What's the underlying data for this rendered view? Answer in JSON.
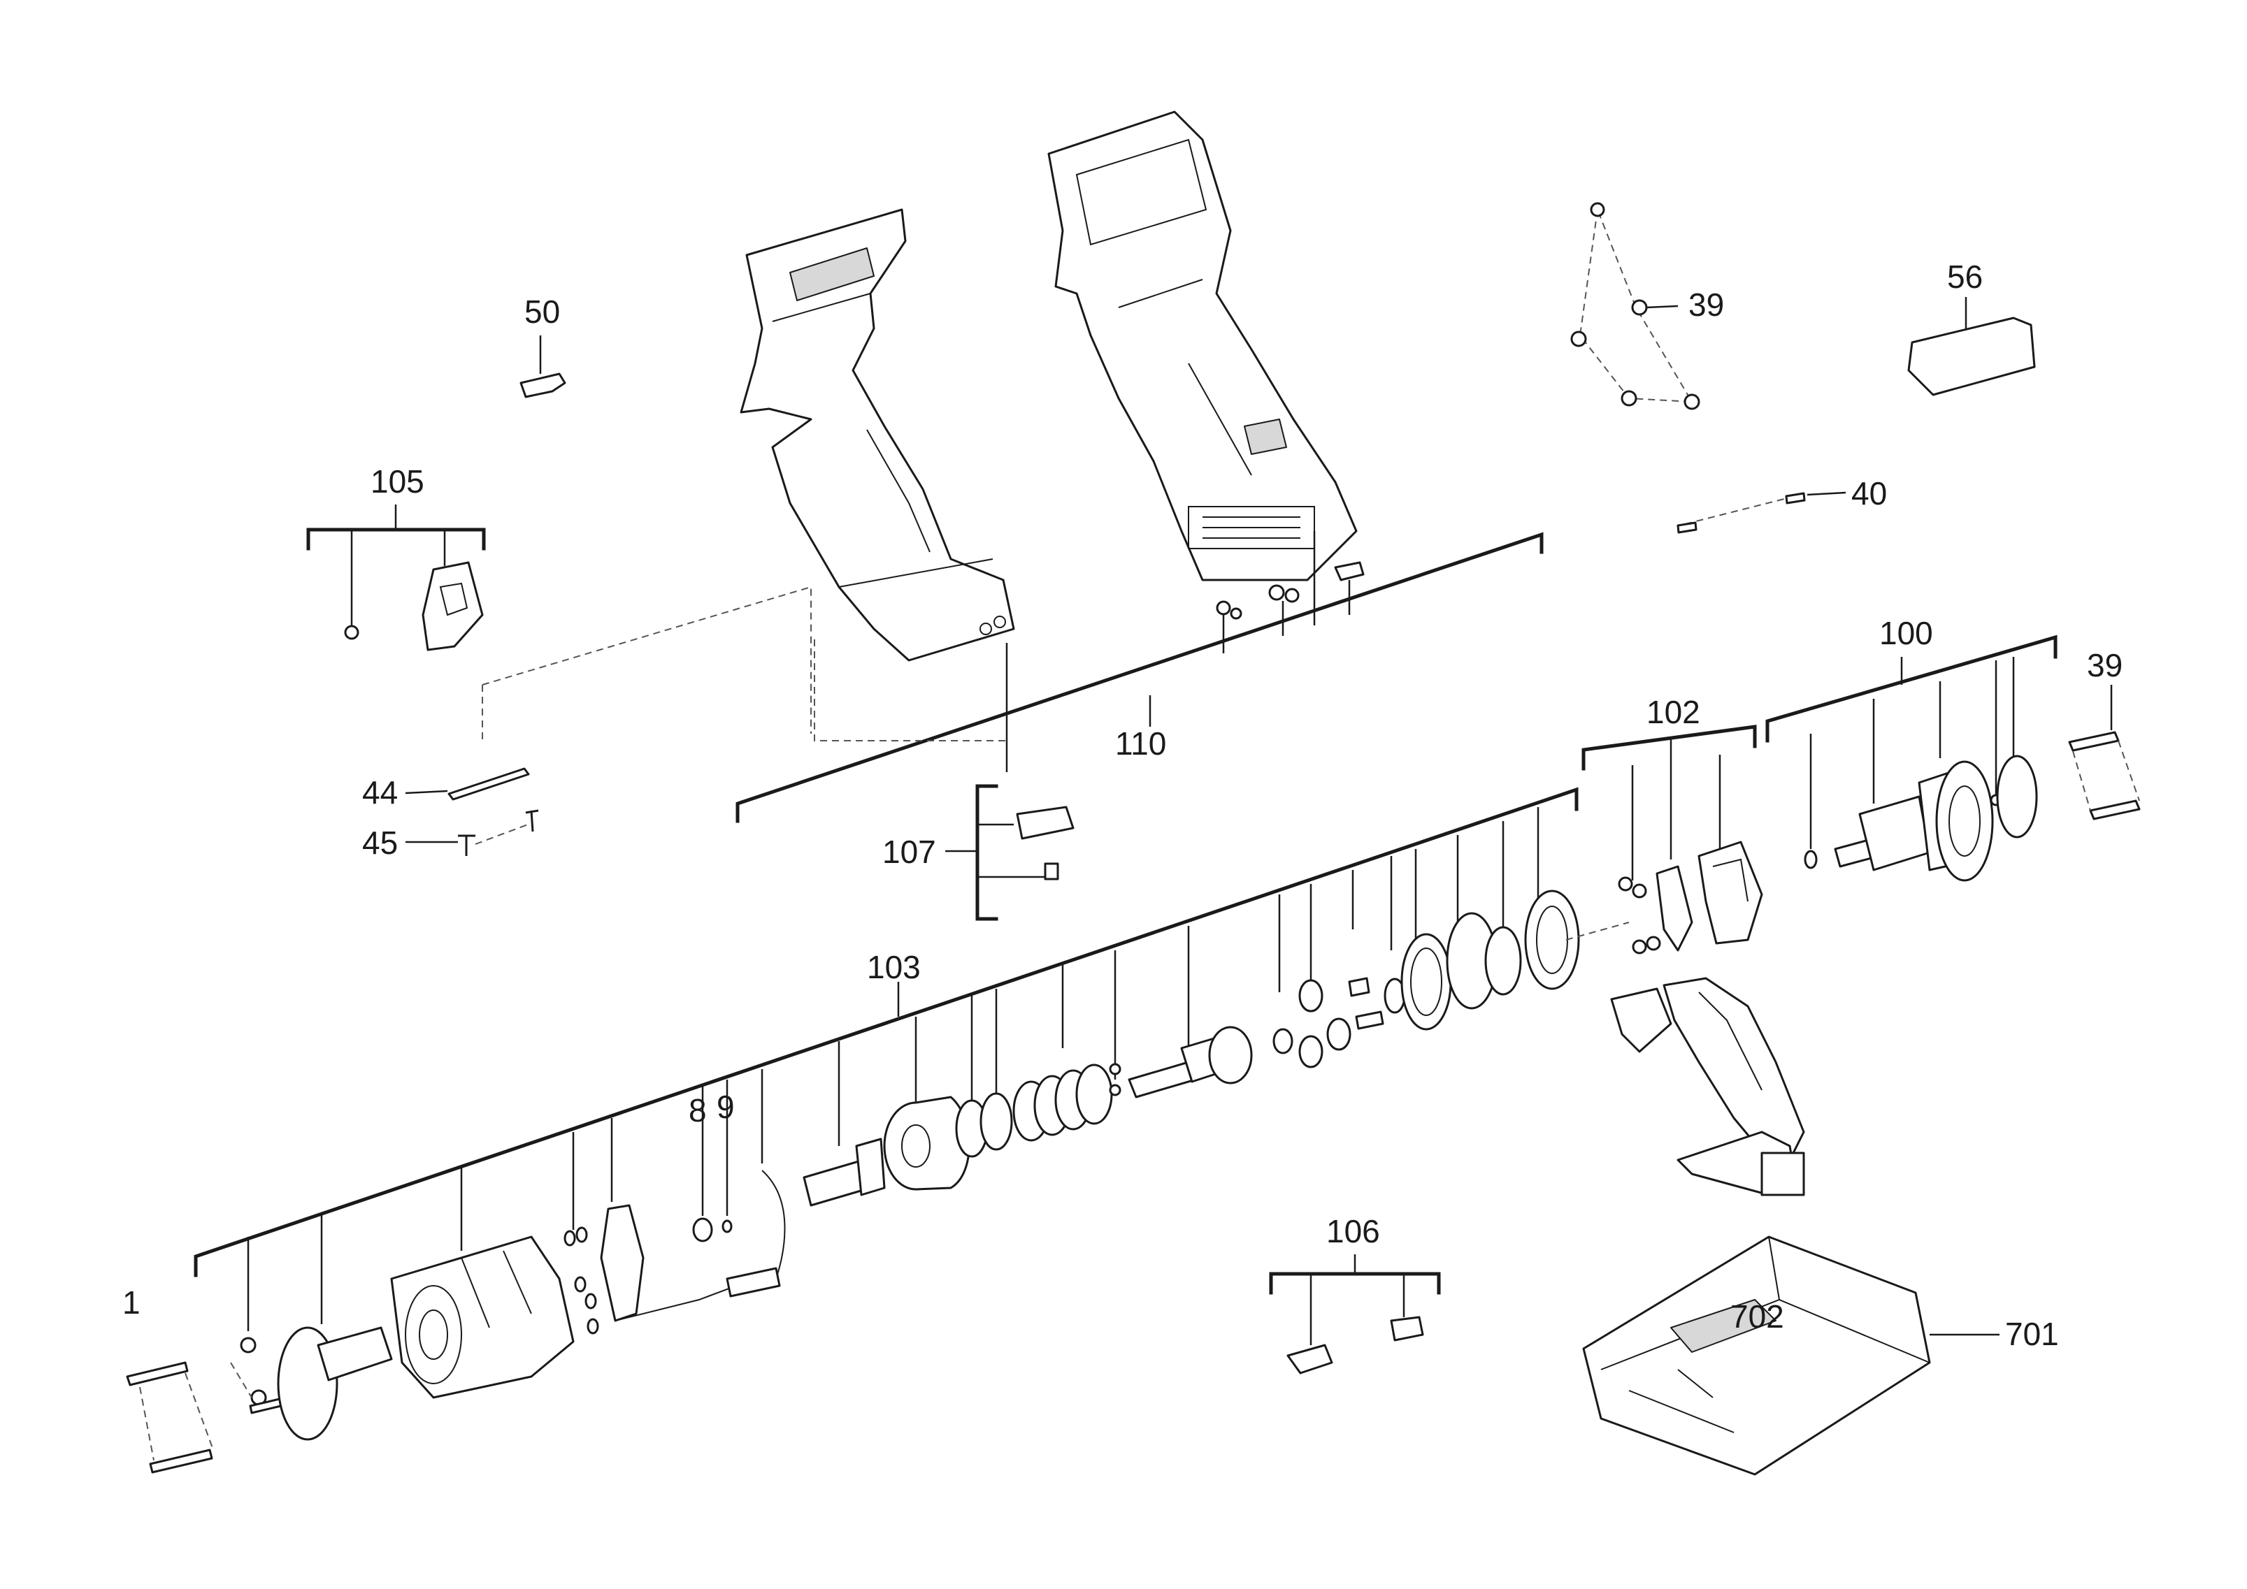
{
  "callouts": {
    "c1": "1",
    "c8": "8",
    "c9": "9",
    "c39a": "39",
    "c39b": "39",
    "c40": "40",
    "c44": "44",
    "c45": "45",
    "c50": "50",
    "c56": "56",
    "c100": "100",
    "c102": "102",
    "c103": "103",
    "c105": "105",
    "c106": "106",
    "c107": "107",
    "c110": "110",
    "c701": "701",
    "c702": "702"
  }
}
